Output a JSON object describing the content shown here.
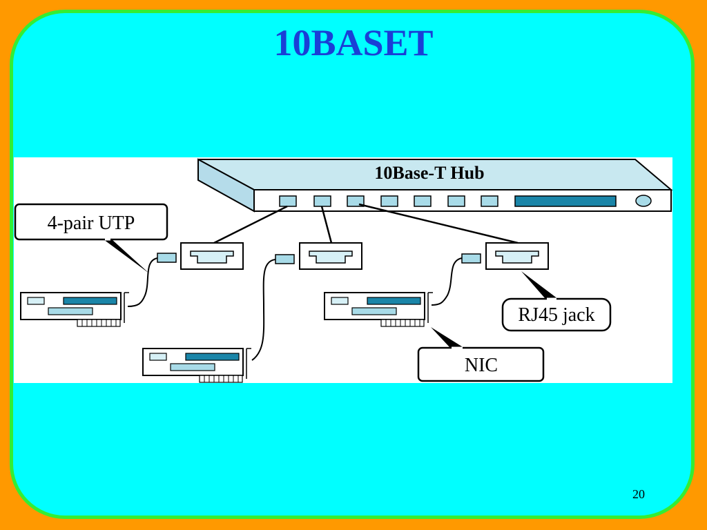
{
  "slide": {
    "title": "10BASET",
    "page_number": "20"
  },
  "diagram": {
    "hub_label": "10Base-T Hub",
    "callouts": {
      "utp": "4-pair UTP",
      "rj45": "RJ45 jack",
      "nic": "NIC"
    }
  },
  "colors": {
    "background": "#ff9900",
    "slide": "#00ffff",
    "border": "#33ee33",
    "title": "#1a3fd6",
    "hub": "#c8e8f0",
    "port": "#a8dbe8",
    "led_bar": "#1a85a8"
  }
}
